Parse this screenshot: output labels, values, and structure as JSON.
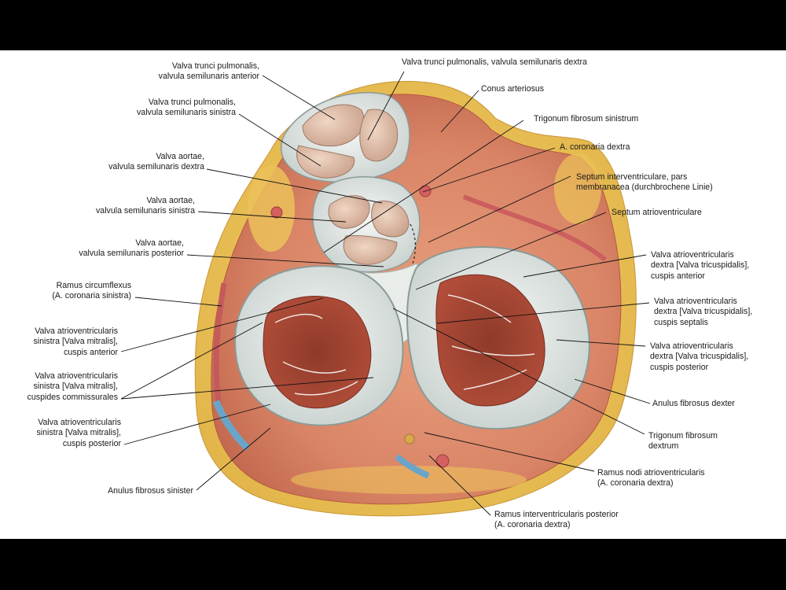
{
  "labels": {
    "pulm_anterior": [
      "Valva trunci pulmonalis,",
      "valvula semilunaris anterior"
    ],
    "pulm_dextra": [
      "Valva trunci pulmonalis, valvula semilunaris dextra"
    ],
    "conus": [
      "Conus arteriosus"
    ],
    "pulm_sinistra": [
      "Valva trunci pulmonalis,",
      "valvula semilunaris sinistra"
    ],
    "trig_sin": [
      "Trigonum fibrosum sinistrum"
    ],
    "coronaria_dextra": [
      "A. coronaria dextra"
    ],
    "aort_dextra": [
      "Valva aortae,",
      "valvula semilunaris dextra"
    ],
    "septum_membr": [
      "Septum interventriculare, pars",
      "membranacea (durchbrochene Linie)"
    ],
    "aort_sinistra": [
      "Valva aortae,",
      "valvula semilunaris sinistra"
    ],
    "septum_av": [
      "Septum atrioventriculare"
    ],
    "aort_posterior": [
      "Valva aortae,",
      "valvula semilunaris posterior"
    ],
    "tric_anterior": [
      "Valva atrioventricularis",
      "dextra [Valva tricuspidalis],",
      "cuspis anterior"
    ],
    "circumflexus": [
      "Ramus circumflexus",
      "(A. coronaria sinistra)"
    ],
    "tric_septalis": [
      "Valva atrioventricularis",
      "dextra [Valva tricuspidalis],",
      "cuspis septalis"
    ],
    "mitr_anterior": [
      "Valva atrioventricularis",
      "sinistra [Valva mitralis],",
      "cuspis anterior"
    ],
    "tric_posterior": [
      "Valva atrioventricularis",
      "dextra [Valva tricuspidalis],",
      "cuspis posterior"
    ],
    "mitr_commiss": [
      "Valva atrioventricularis",
      "sinistra [Valva mitralis],",
      "cuspides commissurales"
    ],
    "anulus_dexter": [
      "Anulus fibrosus dexter"
    ],
    "mitr_posterior": [
      "Valva atrioventricularis",
      "sinistra [Valva mitralis],",
      "cuspis posterior"
    ],
    "trig_dextrum": [
      "Trigonum fibrosum",
      "dextrum"
    ],
    "ramus_nodi": [
      "Ramus nodi atrioventricularis",
      "(A. coronaria dextra)"
    ],
    "anulus_sinister": [
      "Anulus fibrosus sinister"
    ],
    "ramus_interv": [
      "Ramus interventricularis posterior",
      "(A. coronaria dextra)"
    ]
  }
}
